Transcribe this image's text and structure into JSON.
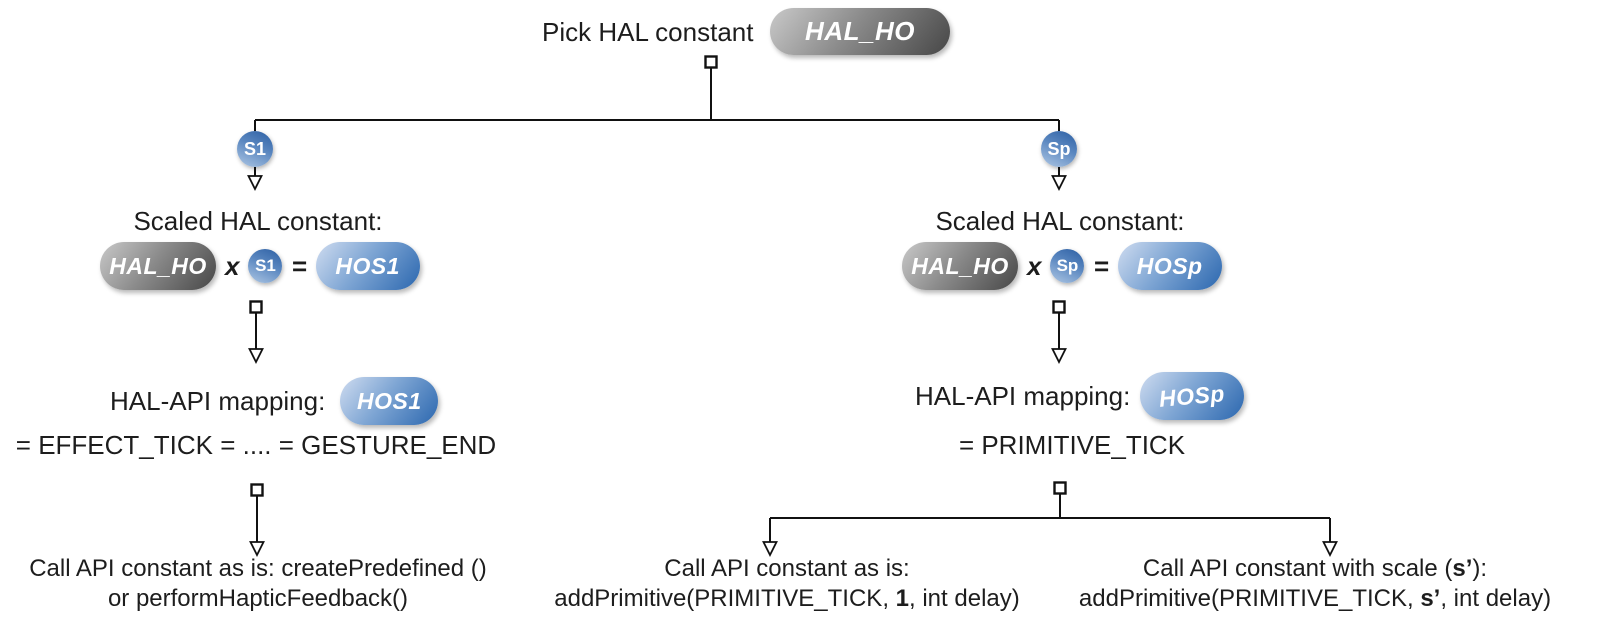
{
  "root": {
    "label": "Pick HAL constant",
    "pill": "HAL_HO"
  },
  "left": {
    "badge": "S1",
    "scaled_label": "Scaled HAL constant:",
    "formula": {
      "hal": "HAL_HO",
      "op_x": "x",
      "scale": "S1",
      "op_eq": "=",
      "result": "HOS1"
    },
    "mapping_label": "HAL-API mapping:",
    "mapping_pill": "HOS1",
    "equation": "= EFFECT_TICK = .... = GESTURE_END",
    "call_line1": "Call API constant as is: createPredefined ()",
    "call_line2": "or performHapticFeedback()"
  },
  "right": {
    "badge": "Sp",
    "scaled_label": "Scaled HAL constant:",
    "formula": {
      "hal": "HAL_HO",
      "op_x": "x",
      "scale": "Sp",
      "op_eq": "=",
      "result": "HOSp"
    },
    "mapping_label": "HAL-API mapping:",
    "mapping_pill": "HOSp",
    "equation": "= PRIMITIVE_TICK",
    "call_as_is": {
      "line1": "Call API constant as is:",
      "l2_pre": "addPrimitive(PRIMITIVE_TICK, ",
      "l2_bold": "1",
      "l2_post": ", int delay)"
    },
    "call_scaled": {
      "l1_pre": "Call API constant with scale (",
      "l1_bold": "s’",
      "l1_post": "):",
      "l2_pre": "addPrimitive(PRIMITIVE_TICK, ",
      "l2_bold": "s’",
      "l2_post": ", int delay)"
    }
  },
  "colors": {
    "pill_gray_light": "#c9c9c9",
    "pill_gray_dark": "#474747",
    "pill_blue_light": "#cfdcf0",
    "pill_blue_dark": "#2b67af",
    "badge_blue_dark": "#2c5fa3",
    "badge_blue_light": "#aec7e4",
    "line": "#111111",
    "text": "#1d1d1d",
    "background": "#ffffff"
  }
}
